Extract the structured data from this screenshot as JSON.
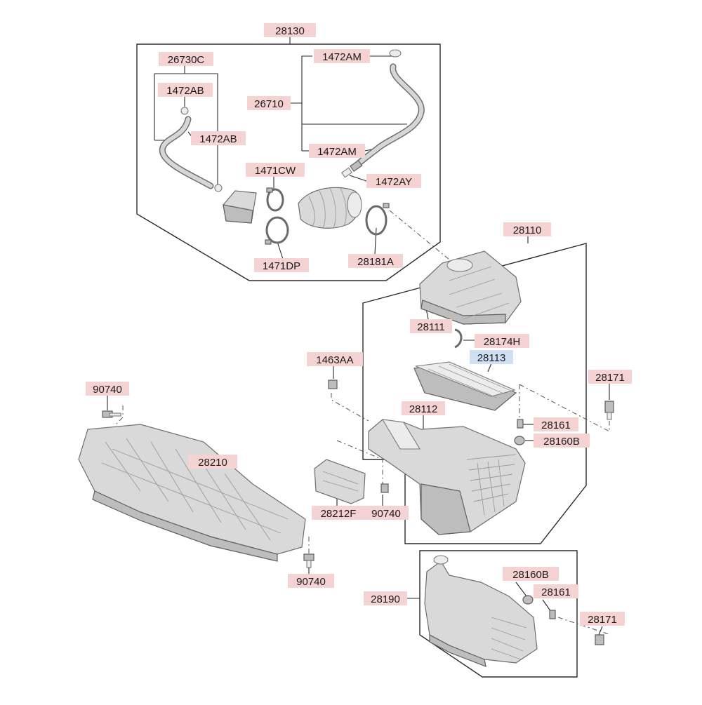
{
  "colors": {
    "label_bg": "#f6d3d3",
    "label_bg_highlight": "#cfe0f5",
    "line": "#2b2b2b",
    "part_fill": "#d9d9d9"
  },
  "labels": {
    "l28130": "28130",
    "l26730C": "26730C",
    "l1472AB_top": "1472AB",
    "l1472AB_mid": "1472AB",
    "l1472AM_top": "1472AM",
    "l26710": "26710",
    "l1472AM_mid": "1472AM",
    "l1471CW": "1471CW",
    "l1472AY": "1472AY",
    "l1471DP": "1471DP",
    "l28181A": "28181A",
    "l28110": "28110",
    "l28111": "28111",
    "l28174H": "28174H",
    "l28113": "28113",
    "l1463AA": "1463AA",
    "l28171_top": "28171",
    "l90740_left": "90740",
    "l28112": "28112",
    "l28161_top": "28161",
    "l28160B_top": "28160B",
    "l28210": "28210",
    "l28212F": "28212F",
    "l90740_mid": "90740",
    "l90740_bottom": "90740",
    "l28160B_bottom": "28160B",
    "l28190": "28190",
    "l28161_bottom": "28161",
    "l28171_bottom": "28171"
  }
}
